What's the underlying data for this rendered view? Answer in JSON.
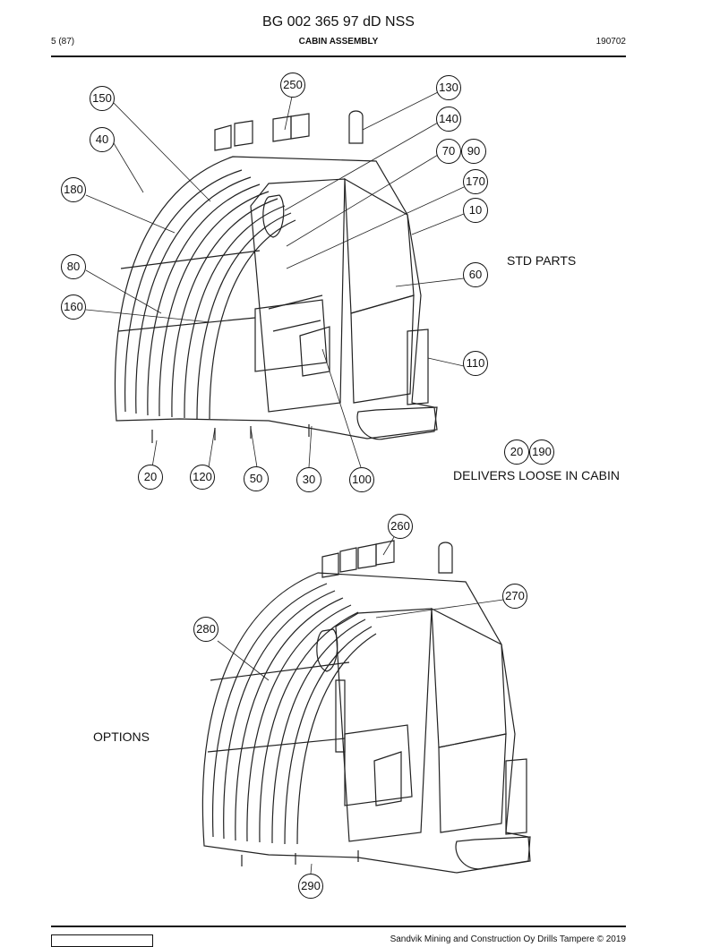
{
  "header": {
    "doc_id": "BG 002 365 97 dD NSS",
    "page": "5 (87)",
    "section": "CABIN ASSEMBLY",
    "date_code": "190702"
  },
  "upper_view": {
    "callouts": [
      "250",
      "150",
      "130",
      "140",
      "40",
      "70",
      "90",
      "170",
      "180",
      "10",
      "80",
      "60",
      "160",
      "110",
      "20",
      "190",
      "20",
      "120",
      "50",
      "30",
      "100"
    ],
    "std_label": "STD PARTS",
    "loose_label": "DELIVERS LOOSE IN CABIN"
  },
  "lower_view": {
    "callouts": [
      "260",
      "270",
      "280",
      "290"
    ],
    "options_label": "OPTIONS"
  },
  "footer": {
    "copyright": "Sandvik Mining and Construction Oy Drills Tampere © 2019"
  }
}
